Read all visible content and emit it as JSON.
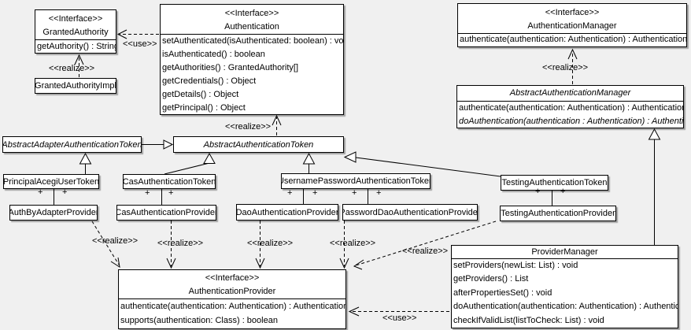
{
  "labels": {
    "realize": "<<realize>>",
    "use": "<<use>>",
    "plus": "+"
  },
  "colors": {
    "background": "#f0f0f0",
    "box_fill": "#ffffff",
    "line": "#000000"
  },
  "classes": {
    "granted_authority": {
      "stereotype": "<<Interface>>",
      "name": "GrantedAuthority",
      "methods": [
        "getAuthority() : String"
      ]
    },
    "granted_authority_impl": {
      "name": "GrantedAuthorityImpl"
    },
    "authentication": {
      "stereotype": "<<Interface>>",
      "name": "Authentication",
      "methods": [
        "setAuthenticated(isAuthenticated: boolean) : void",
        "isAuthenticated() : boolean",
        "getAuthorities() : GrantedAuthority[]",
        "getCredentials() : Object",
        "getDetails() : Object",
        "getPrincipal() : Object"
      ]
    },
    "authentication_manager": {
      "stereotype": "<<Interface>>",
      "name": "AuthenticationManager",
      "methods": [
        "authenticate(authentication: Authentication) : Authentication"
      ]
    },
    "abstract_authentication_manager": {
      "name": "AbstractAuthenticationManager",
      "methods": [
        "authenticate(authentication: Authentication) : Authentication",
        "doAuthentication(authentication : Authentication) : Authentication"
      ]
    },
    "abstract_adapter_authentication_token": {
      "name": "AbstractAdapterAuthenticationToken"
    },
    "abstract_authentication_token": {
      "name": "AbstractAuthenticationToken"
    },
    "principal_acegi_user_token": {
      "name": "PrincipalAcegiUserToken"
    },
    "cas_authentication_token": {
      "name": "CasAuthenticationToken"
    },
    "username_password_authentication_token": {
      "name": "UsernamePasswordAuthenticationToken"
    },
    "testing_authentication_token": {
      "name": "TestingAuthenticationToken"
    },
    "auth_by_adapter_provider": {
      "name": "AuthByAdapterProvider"
    },
    "cas_authentication_provider": {
      "name": "CasAuthenticationProvider"
    },
    "dao_authentication_provider": {
      "name": "DaoAuthenticationProvider"
    },
    "password_dao_authentication_provider": {
      "name": "PasswordDaoAuthenticationProvider"
    },
    "testing_authentication_provider": {
      "name": "TestingAuthenticationProvider"
    },
    "authentication_provider": {
      "stereotype": "<<Interface>>",
      "name": "AuthenticationProvider",
      "methods": [
        "authenticate(authentication: Authentication) : Authentication",
        "supports(authentication: Class) : boolean"
      ]
    },
    "provider_manager": {
      "name": "ProviderManager",
      "methods": [
        "setProviders(newList: List) : void",
        "getProviders() : List",
        "afterPropertiesSet() : void",
        "doAuthentication(authentication: Authentication) : Authentication",
        "checkIfValidList(listToCheck: List) : void"
      ]
    }
  }
}
